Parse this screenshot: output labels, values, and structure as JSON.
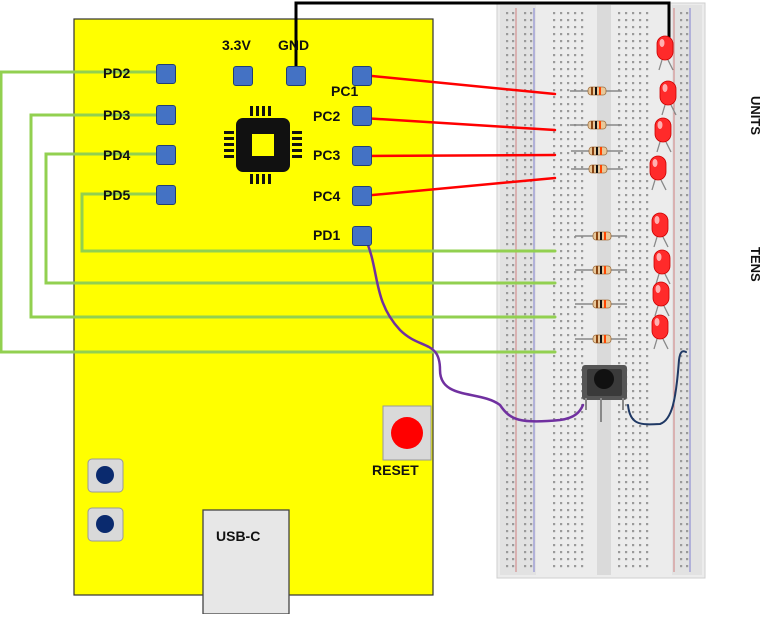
{
  "board": {
    "pins_top": [
      "3.3V",
      "GND"
    ],
    "pins_left": [
      "PD2",
      "PD3",
      "PD4",
      "PD5"
    ],
    "pins_right": [
      "PC1",
      "PC2",
      "PC3",
      "PC4",
      "PD1"
    ],
    "reset_label": "RESET",
    "usb_label": "USB-C"
  },
  "breadboard": {
    "group_units_label": "UNITS",
    "group_tens_label": "TENS"
  },
  "colors": {
    "board": "#ffff00",
    "pad": "#4472c4",
    "wire_red": "#ff0000",
    "wire_green": "#92d050",
    "wire_purple": "#7030a0",
    "wire_black": "#000000",
    "wire_navy": "#1f3864",
    "led": "#ff2a2a"
  }
}
